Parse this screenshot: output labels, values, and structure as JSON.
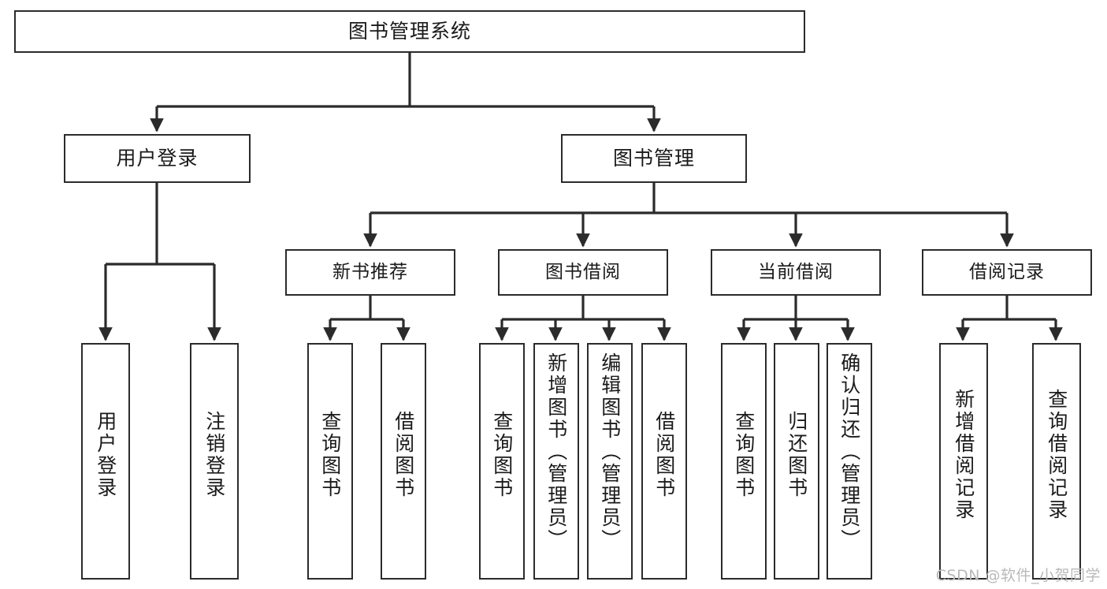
{
  "diagram": {
    "title": "图书管理系统",
    "type": "tree",
    "colors": {
      "stroke": "#2b2b2b",
      "fill": "#ffffff",
      "text": "#1a1a1a",
      "watermark": "#b9b9b9"
    }
  },
  "root": {
    "label": "图书管理系统"
  },
  "level2": [
    {
      "label": "用户登录"
    },
    {
      "label": "图书管理"
    }
  ],
  "level3": [
    {
      "label": "新书推荐"
    },
    {
      "label": "图书借阅"
    },
    {
      "label": "当前借阅"
    },
    {
      "label": "借阅记录"
    }
  ],
  "leaves": {
    "user_login": [
      {
        "label": "用户登录"
      },
      {
        "label": "注销登录"
      }
    ],
    "new_book": [
      {
        "label": "查询图书"
      },
      {
        "label": "借阅图书"
      }
    ],
    "borrow": [
      {
        "label": "查询图书"
      },
      {
        "label": "新增图书（管理员）"
      },
      {
        "label": "编辑图书（管理员）"
      },
      {
        "label": "借阅图书"
      }
    ],
    "current": [
      {
        "label": "查询图书"
      },
      {
        "label": "归还图书"
      },
      {
        "label": "确认归还（管理员）"
      }
    ],
    "records": [
      {
        "label": "新增借阅记录"
      },
      {
        "label": "查询借阅记录"
      }
    ]
  },
  "watermark": {
    "text": "CSDN @软件_小贺同学"
  }
}
